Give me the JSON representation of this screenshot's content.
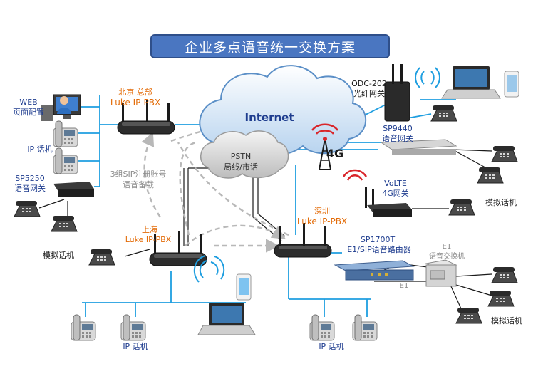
{
  "title": "企业多点语音统一交换方案",
  "cloud": {
    "internet": "Internet",
    "pstn_line1": "PSTN",
    "pstn_line2": "局线/市话"
  },
  "beijing": {
    "name": "北京 总部",
    "device": "Luke IP-PBX"
  },
  "web_config": {
    "line1": "WEB",
    "line2": "页面配置"
  },
  "ip_phone_left": "IP 话机",
  "sp5250": {
    "line1": "SP5250",
    "line2": "语音网关"
  },
  "backup_note": {
    "line1": "3组SIP注册账号",
    "line2": "语音备载"
  },
  "analog_left": "模拟话机",
  "shanghai": {
    "name": "上海",
    "device": "Luke IP-PBX"
  },
  "shenzhen": {
    "name": "深圳",
    "device": "Luke IP-PBX"
  },
  "ip_phone_bottom_left": "IP 话机",
  "ip_phone_bottom_right": "IP 话机",
  "lte_badge": "4G",
  "odc202": {
    "line1": "ODC-202",
    "line2": "光纤网关"
  },
  "sp9440": {
    "line1": "SP9440",
    "line2": "语音网关"
  },
  "analog_right_top": "模拟话机",
  "volte": {
    "line1": "VoLTE",
    "line2": "4G网关"
  },
  "sp1700t": {
    "line1": "SP1700T",
    "line2": "E1/SIP语音路由器"
  },
  "e1_switch": {
    "line1": "E1",
    "line2": "语音交换机"
  },
  "e1_link": "E1",
  "analog_right_bottom": "模拟话机",
  "colors": {
    "title_bg": "#4a76c1",
    "lan": "#1e9ee0",
    "orange_label": "#e36c09",
    "blue_label": "#1f3d8f",
    "gray_label": "#8c8c8c",
    "dashed": "#b8b8b8"
  }
}
